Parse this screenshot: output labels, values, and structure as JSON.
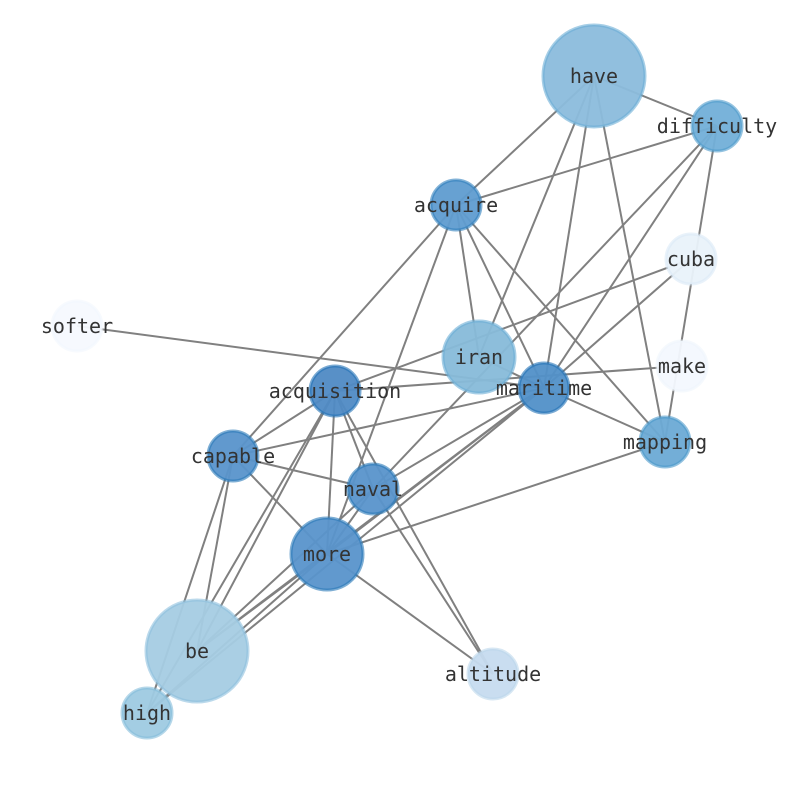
{
  "nodes": [
    {
      "id": "have",
      "label": "have",
      "color": "#6aaed6",
      "fill": "#8bbcdc",
      "size": 3
    },
    {
      "id": "difficulty",
      "label": "difficulty",
      "color": "#4f9bcb",
      "fill": "#72afd8",
      "size": 1
    },
    {
      "id": "acquire",
      "label": "acquire",
      "color": "#2f7ebc",
      "fill": "#5f9cd0",
      "size": 1
    },
    {
      "id": "cuba",
      "label": "cuba",
      "color": "#dbe9f6",
      "fill": "#e9f2fa",
      "size": 1
    },
    {
      "id": "softer",
      "label": "softer",
      "color": "#f2f7fd",
      "fill": "#f5f9fe",
      "size": 1
    },
    {
      "id": "iran",
      "label": "iran",
      "color": "#6aaed6",
      "fill": "#87bad9",
      "size": 2
    },
    {
      "id": "make",
      "label": "make",
      "color": "#eef5fc",
      "fill": "#f3f8fe",
      "size": 1
    },
    {
      "id": "acquisition",
      "label": "acquisition",
      "color": "#2171b5",
      "fill": "#4f8ac4",
      "size": 1
    },
    {
      "id": "maritime",
      "label": "maritime",
      "color": "#2171b5",
      "fill": "#5190c8",
      "size": 1
    },
    {
      "id": "capable",
      "label": "capable",
      "color": "#2878b8",
      "fill": "#5894cb",
      "size": 1
    },
    {
      "id": "mapping",
      "label": "mapping",
      "color": "#4a98c9",
      "fill": "#6baad5",
      "size": 1
    },
    {
      "id": "naval",
      "label": "naval",
      "color": "#2878b8",
      "fill": "#5894cb",
      "size": 1
    },
    {
      "id": "more",
      "label": "more",
      "color": "#2878b8",
      "fill": "#5894cb",
      "size": 2
    },
    {
      "id": "be",
      "label": "be",
      "color": "#8dc0dd",
      "fill": "#a5cce3",
      "size": 3
    },
    {
      "id": "altitude",
      "label": "altitude",
      "color": "#bcd7eb",
      "fill": "#c6dbef",
      "size": 1
    },
    {
      "id": "high",
      "label": "high",
      "color": "#84bcdb",
      "fill": "#9ecae1",
      "size": 1
    }
  ],
  "edges": [
    [
      "have",
      "difficulty"
    ],
    [
      "have",
      "acquire"
    ],
    [
      "have",
      "iran"
    ],
    [
      "have",
      "maritime"
    ],
    [
      "have",
      "mapping"
    ],
    [
      "difficulty",
      "acquire"
    ],
    [
      "difficulty",
      "mapping"
    ],
    [
      "difficulty",
      "maritime"
    ],
    [
      "difficulty",
      "naval"
    ],
    [
      "cuba",
      "acquisition"
    ],
    [
      "cuba",
      "maritime"
    ],
    [
      "acquire",
      "capable"
    ],
    [
      "acquire",
      "iran"
    ],
    [
      "acquire",
      "maritime"
    ],
    [
      "acquire",
      "mapping"
    ],
    [
      "acquire",
      "more"
    ],
    [
      "softer",
      "maritime"
    ],
    [
      "acquisition",
      "make"
    ],
    [
      "acquisition",
      "capable"
    ],
    [
      "acquisition",
      "more"
    ],
    [
      "acquisition",
      "be"
    ],
    [
      "acquisition",
      "high"
    ],
    [
      "acquisition",
      "altitude"
    ],
    [
      "acquisition",
      "naval"
    ],
    [
      "iran",
      "maritime"
    ],
    [
      "maritime",
      "mapping"
    ],
    [
      "maritime",
      "capable"
    ],
    [
      "maritime",
      "naval"
    ],
    [
      "maritime",
      "more"
    ],
    [
      "maritime",
      "be"
    ],
    [
      "maritime",
      "high"
    ],
    [
      "capable",
      "naval"
    ],
    [
      "capable",
      "more"
    ],
    [
      "capable",
      "be"
    ],
    [
      "capable",
      "high"
    ],
    [
      "naval",
      "altitude"
    ],
    [
      "naval",
      "be"
    ],
    [
      "naval",
      "more"
    ],
    [
      "more",
      "mapping"
    ],
    [
      "more",
      "altitude"
    ],
    [
      "more",
      "be"
    ],
    [
      "more",
      "high"
    ]
  ]
}
